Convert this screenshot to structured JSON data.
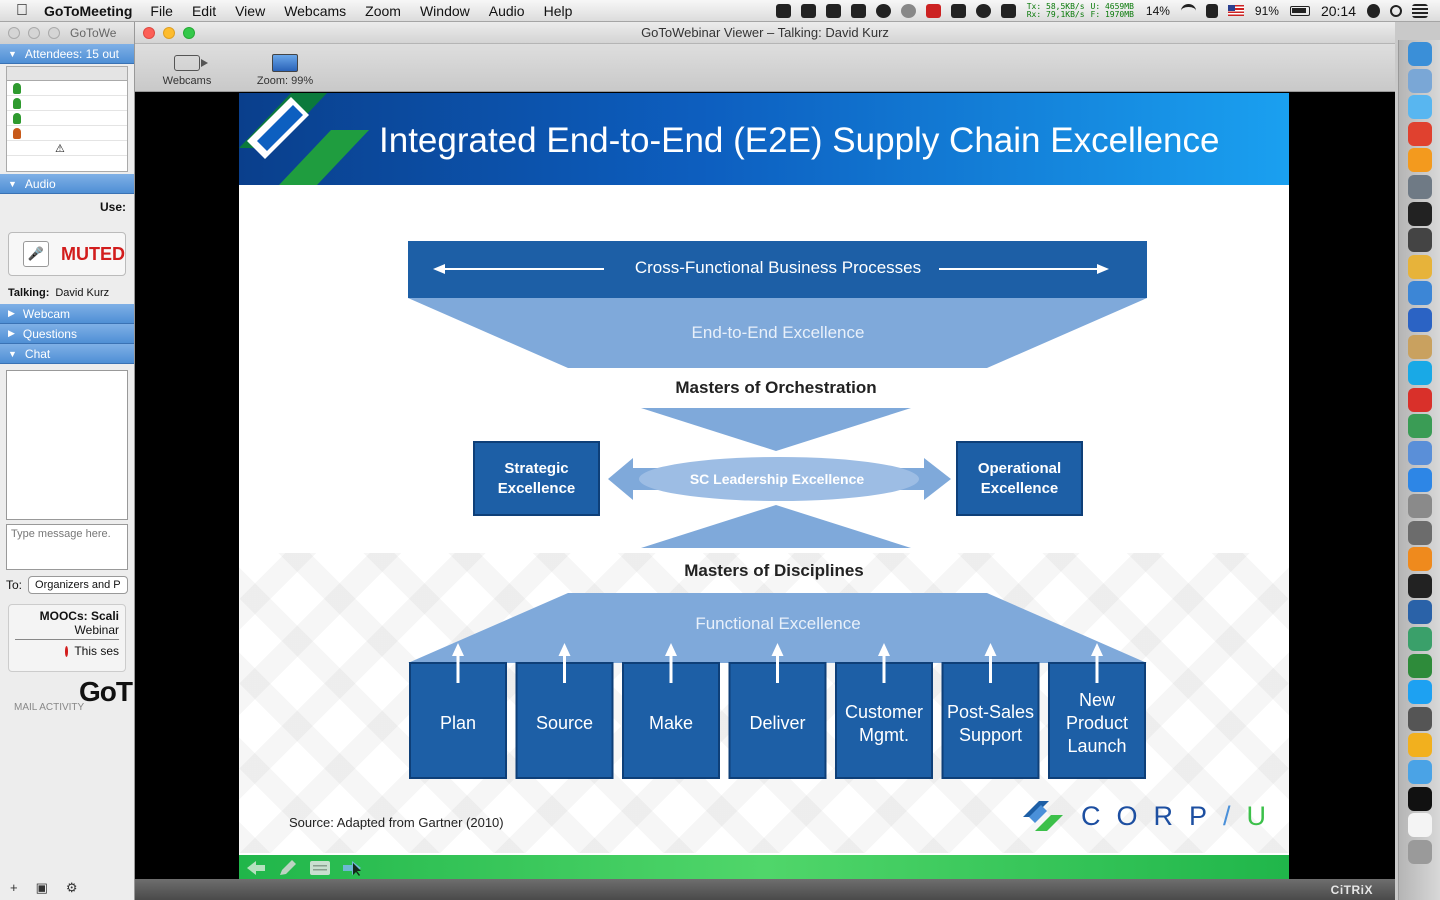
{
  "menubar": {
    "app_name": "GoToMeeting",
    "menus": [
      "File",
      "Edit",
      "View",
      "Webcams",
      "Zoom",
      "Window",
      "Audio",
      "Help"
    ],
    "net_tx": "Tx: 58,5KB/s",
    "net_rx": "Rx: 79,1KB/s",
    "mem_u": "U: 4659MB",
    "mem_f": "F: 1970MB",
    "cpu": "14%",
    "battery": "91%",
    "clock": "20:14",
    "icons": [
      "bell-icon",
      "app-icon",
      "dropbox-icon",
      "network-icon",
      "sync-icon",
      "cloud-icon",
      "calendar-icon",
      "wrench-icon",
      "face-icon",
      "display-icon",
      "wifi-icon",
      "volume-icon",
      "flag-icon",
      "battery-icon",
      "user-icon",
      "spotlight-icon",
      "list-icon"
    ]
  },
  "left_panel": {
    "window_title": "GoToWe",
    "attendees_header": "Attendees: 15 out",
    "audio_header": "Audio",
    "use_label": "Use:",
    "muted_label": "MUTED",
    "talking_label": "Talking:",
    "talking_name": "David Kurz",
    "webcam_header": "Webcam",
    "questions_header": "Questions",
    "chat_header": "Chat",
    "chat_placeholder": "Type message here.",
    "to_label": "To:",
    "to_value": "Organizers and P",
    "session_title": "MOOCs: Scali",
    "session_subtitle": "Webinar",
    "session_status": "This ses",
    "logo_text": "GoT",
    "mail_activity": "MAIL ACTIVITY"
  },
  "viewer": {
    "window_title": "GoToWebinar Viewer – Talking: David Kurz",
    "tools": [
      {
        "label": "Webcams",
        "icon": "webcam-icon"
      },
      {
        "label": "Zoom: 99%",
        "icon": "zoom-icon"
      }
    ],
    "citrix": "CiTRiX"
  },
  "slide": {
    "title": "Integrated End-to-End (E2E) Supply Chain Excellence",
    "top_bar": "Cross-Functional Business Processes",
    "funnel": "End-to-End Excellence",
    "orchestration": "Masters of Orchestration",
    "strategic": "Strategic Excellence",
    "leadership": "SC Leadership Excellence",
    "operational": "Operational Excellence",
    "disciplines": "Masters of Disciplines",
    "functional": "Functional Excellence",
    "processes": [
      "Plan",
      "Source",
      "Make",
      "Deliver",
      "Customer Mgmt.",
      "Post-Sales Support",
      "New Product Launch"
    ],
    "source": "Source: Adapted from Gartner (2010)",
    "brand": "CORP/U",
    "brand_parts": [
      "CORP",
      "/",
      "U"
    ],
    "colors": {
      "dark_blue": "#1d5fa6",
      "light_blue": "#7fa9da",
      "header_blue": "#0d5fc0",
      "green": "#20b64a"
    }
  },
  "dock": {
    "icons": [
      "finder-icon",
      "preview-icon",
      "messages-icon",
      "chrome-icon",
      "firefox-icon",
      "clock-icon",
      "yinyang-icon",
      "magnet-icon",
      "bbedit-icon",
      "safari-icon",
      "word-icon",
      "notes-icon",
      "skype-icon",
      "acrobat-icon",
      "photos-icon",
      "itunes-icon",
      "appstore-icon",
      "settings-icon",
      "rocket-icon",
      "vlc-icon",
      "kindle-icon",
      "tor-icon",
      "activity-icon",
      "excel-icon",
      "twitter-icon",
      "tools-icon",
      "flower-icon",
      "finder2-icon",
      "terminal-icon",
      "document-icon",
      "trash-icon"
    ]
  }
}
